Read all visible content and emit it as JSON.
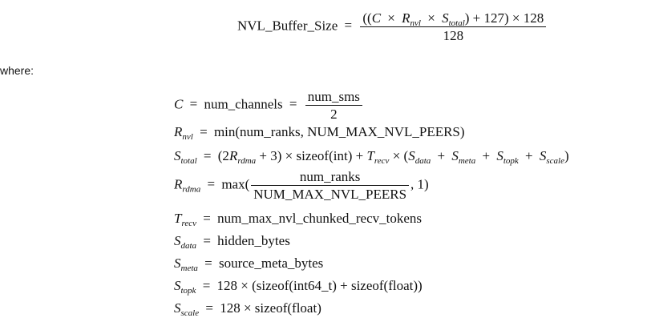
{
  "main": {
    "lhs": "NVL_Buffer_Size",
    "numerator_a": "((",
    "numerator_C": "C",
    "times": "×",
    "R": "R",
    "nvl": "nvl",
    "S": "S",
    "total": "total",
    "numerator_tail": ") + 127) × 128",
    "denominator": "128"
  },
  "where_label": "where:",
  "defs": {
    "C": {
      "sym": "C",
      "lhs_text": "num_channels",
      "num": "num_sms",
      "den": "2"
    },
    "Rnvl": {
      "sym": "R",
      "sub": "nvl",
      "rhs": "min(num_ranks, NUM_MAX_NVL_PEERS)"
    },
    "Stotal": {
      "sym": "S",
      "sub": "total",
      "p1": "(2",
      "rdma": "rdma",
      "p2": " + 3) × sizeof(int) + ",
      "T": "T",
      "recv": "recv",
      "p3": " × (",
      "data": "data",
      "meta": "meta",
      "topk": "topk",
      "scale": "scale",
      "p4": ")"
    },
    "Rrdma": {
      "sym": "R",
      "sub": "rdma",
      "pre": "max(",
      "num": "num_ranks",
      "den": "NUM_MAX_NVL_PEERS",
      "post": ", 1)"
    },
    "Trecv": {
      "sym": "T",
      "sub": "recv",
      "rhs": "num_max_nvl_chunked_recv_tokens"
    },
    "Sdata": {
      "sym": "S",
      "sub": "data",
      "rhs": "hidden_bytes"
    },
    "Smeta": {
      "sym": "S",
      "sub": "meta",
      "rhs": "source_meta_bytes"
    },
    "Stopk": {
      "sym": "S",
      "sub": "topk",
      "rhs": "128 × (sizeof(int64_t) + sizeof(float))"
    },
    "Sscale": {
      "sym": "S",
      "sub": "scale",
      "rhs": "128 × sizeof(float)"
    }
  },
  "symbols": {
    "eq": "=",
    "plus": "+",
    "times": "×"
  }
}
